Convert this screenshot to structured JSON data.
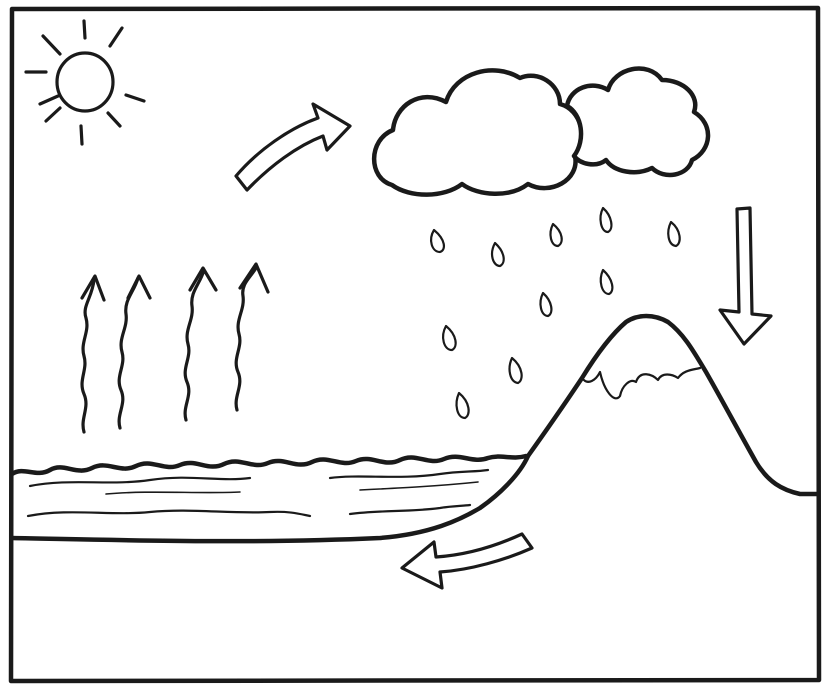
{
  "diagram": {
    "type": "water-cycle-sketch",
    "elements": [
      "sun-icon",
      "evaporation-arrows",
      "cloud-icon",
      "rain-drops",
      "mountain",
      "snow-cap",
      "sea",
      "ground",
      "cycle-arrows"
    ],
    "ink_color": "#1a1a1a",
    "paper_color": "#ffffff"
  }
}
